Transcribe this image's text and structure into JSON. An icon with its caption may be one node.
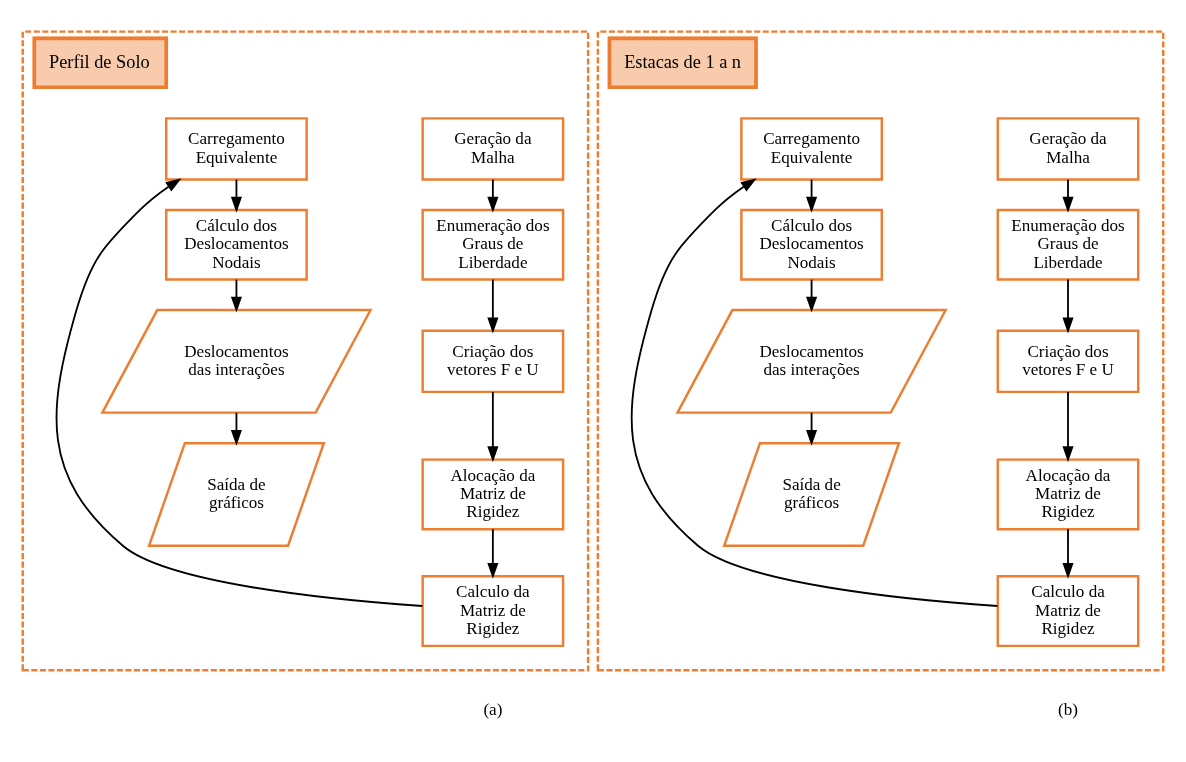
{
  "diagram": {
    "nodes": [
      {
        "text": [
          "Perfil de Solo"
        ]
      },
      {
        "text": [
          "Geração da Malha"
        ],
        "in": 0
      },
      {
        "text": [
          "Enumeração dos Graus de Liberdade"
        ],
        "in": 0
      },
      {
        "text": [
          "Criação dos vetores F e U"
        ],
        "in": 0
      },
      {
        "text": [
          "Alocação da Matriz de Rigidez"
        ],
        "in": 0
      },
      {
        "text": [
          "Calculo da Matriz de Rigidez"
        ],
        "in": 0
      },
      {
        "text": [
          "Carregamento Equivalente"
        ],
        "in": 0
      },
      {
        "text": [
          "Cálculo dos Deslocamentos Nodais"
        ],
        "in": 0
      },
      {
        "text": [
          "Deslocamentos das interações"
        ],
        "in": 0
      },
      {
        "text": [
          "Saída de gráficos"
        ],
        "in": 0
      },
      {
        "text": [
          "Estacas de 1 a n"
        ]
      },
      {
        "text": [
          "Geração da Malha"
        ],
        "in": 10
      },
      {
        "text": [
          "Enumeração dos Graus de Liberdade"
        ],
        "in": 10
      },
      {
        "text": [
          "Criação dos vetores F e U"
        ],
        "in": 10
      },
      {
        "text": [
          "Alocação da Matriz de Rigidez"
        ],
        "in": 10
      },
      {
        "text": [
          "Calculo da Matriz de Rigidez"
        ],
        "in": 10
      },
      {
        "text": [
          "Carregamento Equivalente"
        ],
        "in": 10
      },
      {
        "text": [
          "Cálculo dos Deslocamentos Nodais"
        ],
        "in": 10
      },
      {
        "text": [
          "Deslocamentos das interações"
        ],
        "in": 10
      },
      {
        "text": [
          "Saída de gráficos"
        ],
        "in": 10
      }
    ],
    "edges": [
      {
        "from": 1,
        "to": 2,
        "arrow": "to"
      },
      {
        "from": 2,
        "to": 3,
        "arrow": "to"
      },
      {
        "from": 3,
        "to": 4,
        "arrow": "to"
      },
      {
        "from": 4,
        "to": 5,
        "arrow": "to"
      },
      {
        "from": 5,
        "to": 6,
        "arrow": "to"
      },
      {
        "from": 6,
        "to": 7,
        "arrow": "to"
      },
      {
        "from": 7,
        "to": 8,
        "arrow": "to"
      },
      {
        "from": 8,
        "to": 9,
        "arrow": "to"
      },
      {
        "from": 11,
        "to": 12,
        "arrow": "to"
      },
      {
        "from": 12,
        "to": 13,
        "arrow": "to"
      },
      {
        "from": 13,
        "to": 14,
        "arrow": "to"
      },
      {
        "from": 14,
        "to": 15,
        "arrow": "to"
      },
      {
        "from": 15,
        "to": 16,
        "arrow": "to"
      },
      {
        "from": 16,
        "to": 17,
        "arrow": "to"
      },
      {
        "from": 17,
        "to": 18,
        "arrow": "to"
      },
      {
        "from": 18,
        "to": 19,
        "arrow": "to"
      }
    ],
    "labels": [
      "(a)",
      "(b)"
    ]
  }
}
